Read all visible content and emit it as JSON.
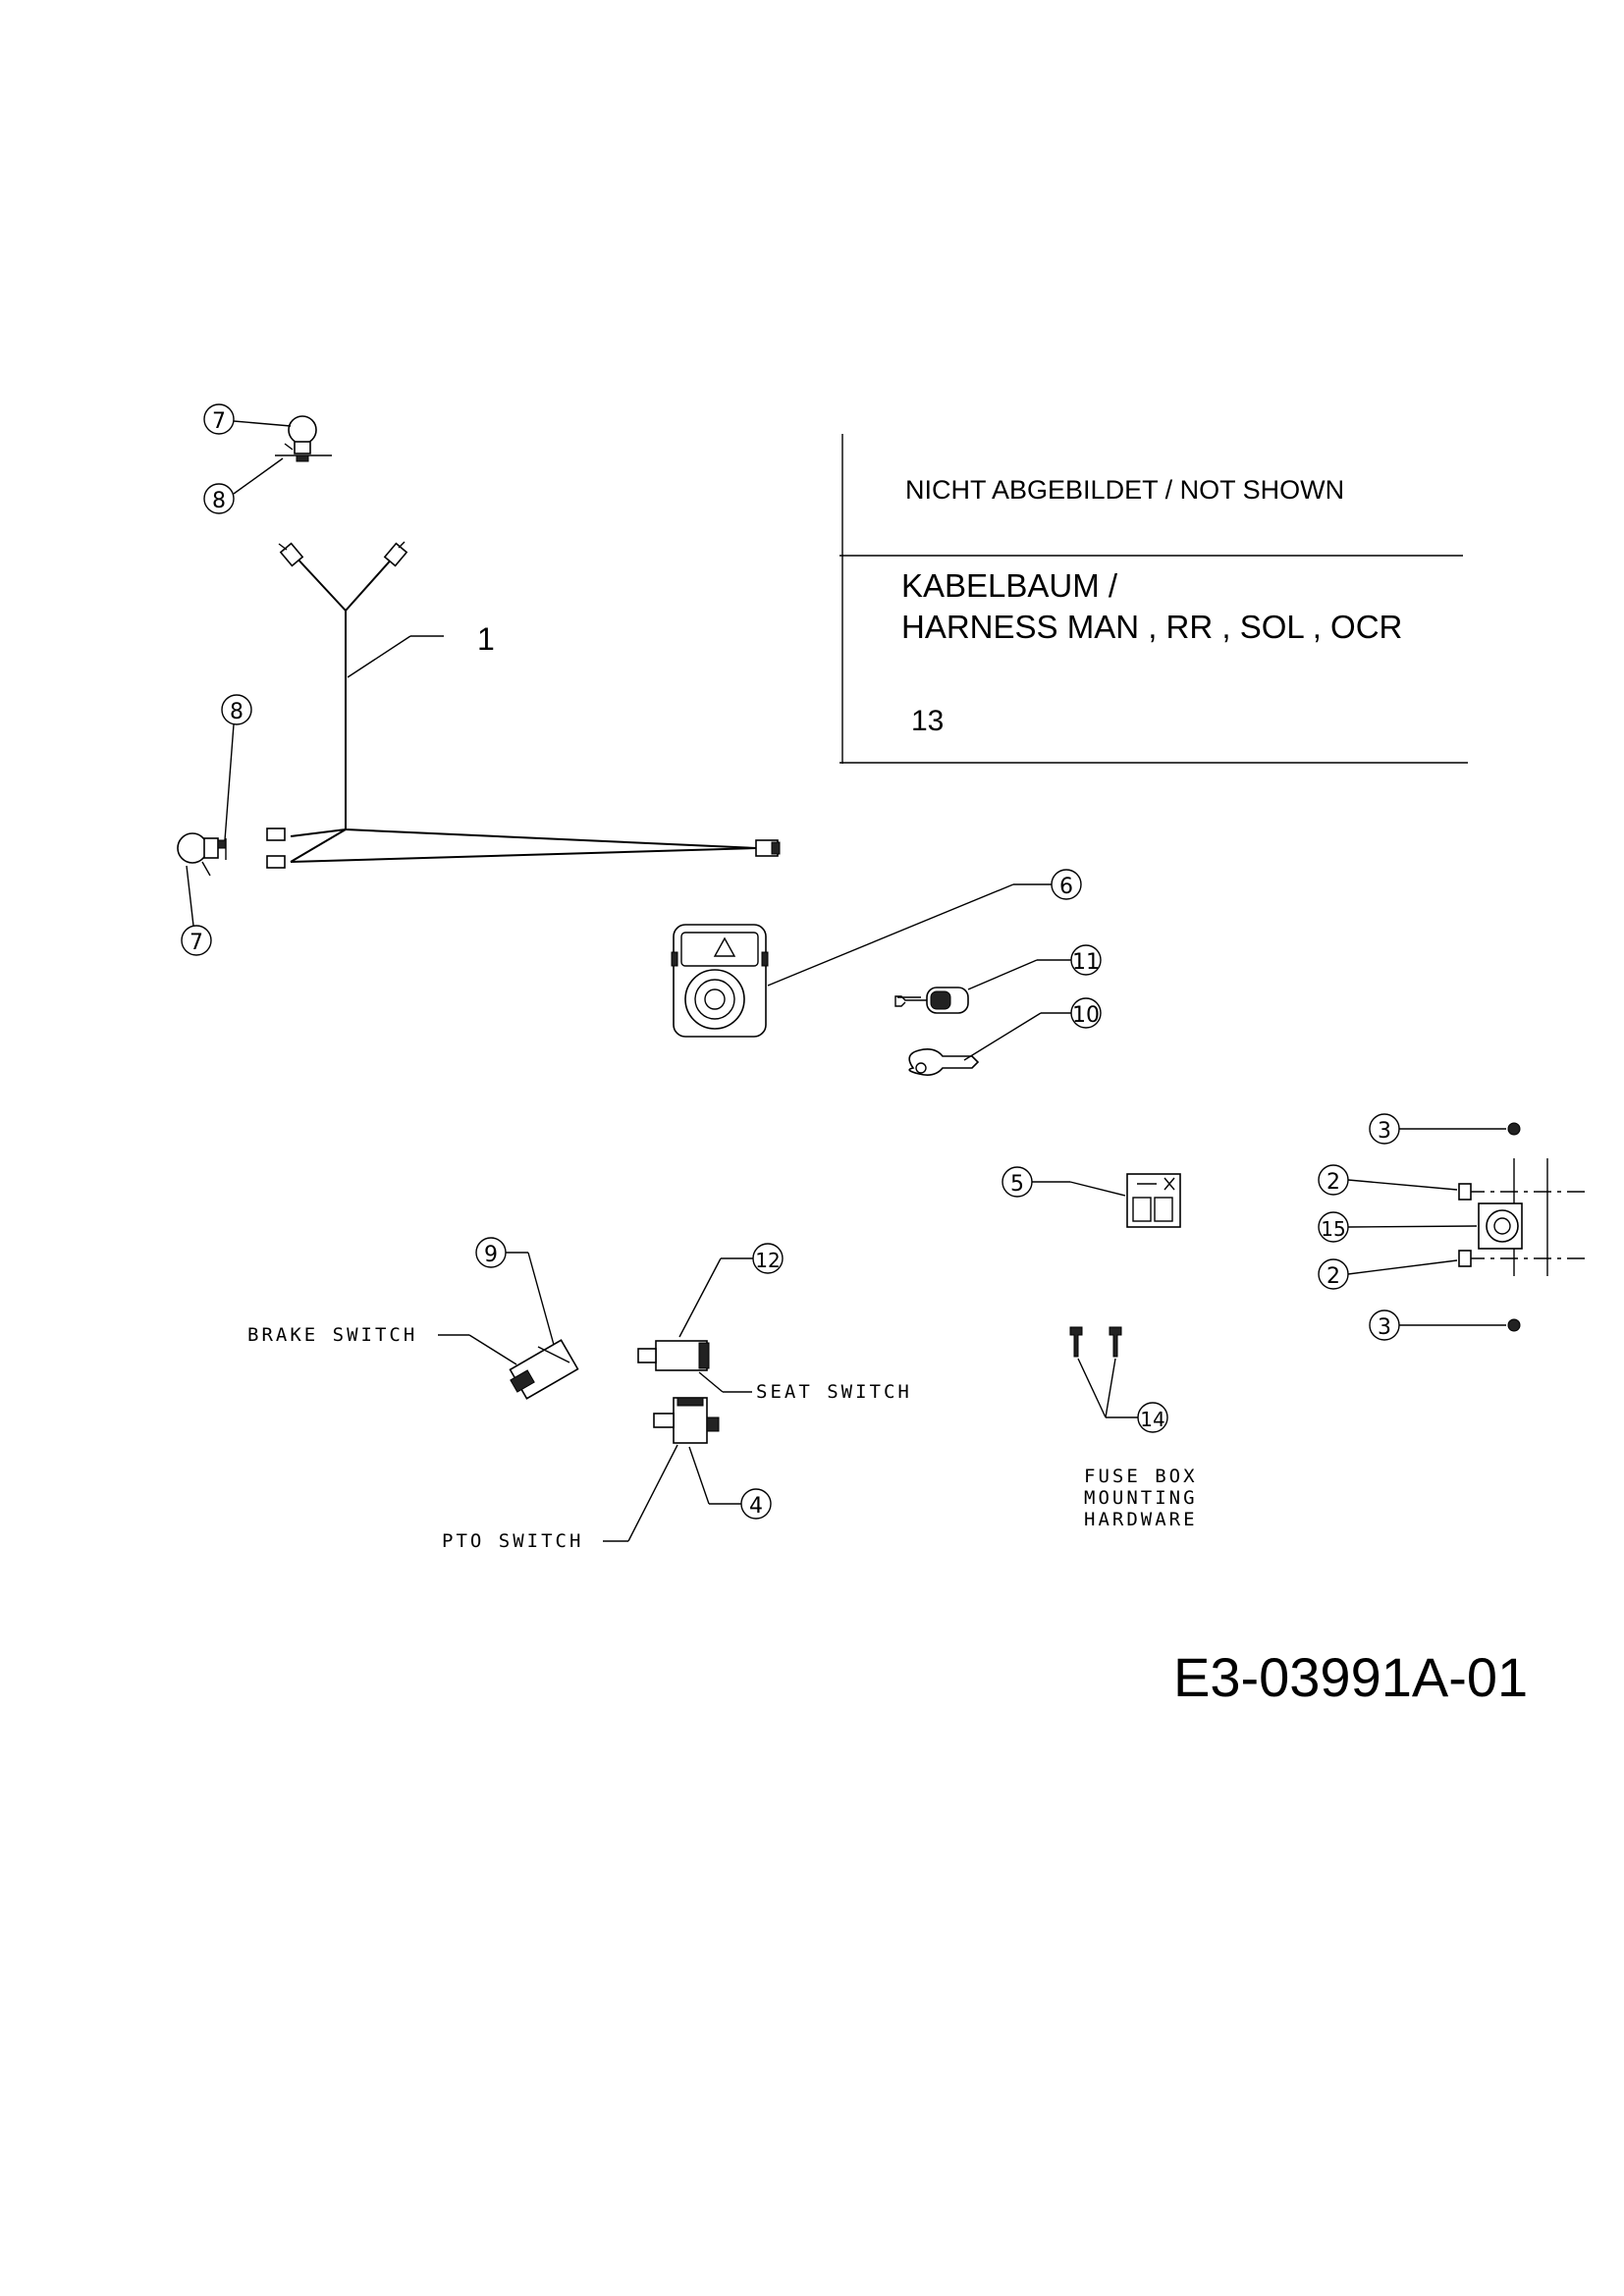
{
  "info_box": {
    "not_shown": "NICHT ABGEBILDET / NOT SHOWN",
    "harness_line1": "KABELBAUM /",
    "harness_line2": "HARNESS MAN , RR , SOL , OCR",
    "item_13": "13"
  },
  "callouts": {
    "c7a": "7",
    "c8a": "8",
    "c8b": "8",
    "c7b": "7",
    "c1": "1",
    "c6": "6",
    "c11": "11",
    "c10": "10",
    "c3a": "3",
    "c2a": "2",
    "c15": "15",
    "c2b": "2",
    "c3b": "3",
    "c5": "5",
    "c9": "9",
    "c12": "12",
    "c14": "14",
    "c4": "4"
  },
  "labels": {
    "brake_switch": "BRAKE SWITCH",
    "seat_switch": "SEAT SWITCH",
    "pto_switch": "PTO SWITCH",
    "fuse_box_1": "FUSE BOX",
    "fuse_box_2": "MOUNTING",
    "fuse_box_3": "HARDWARE"
  },
  "drawing_number": "E3-03991A-01"
}
